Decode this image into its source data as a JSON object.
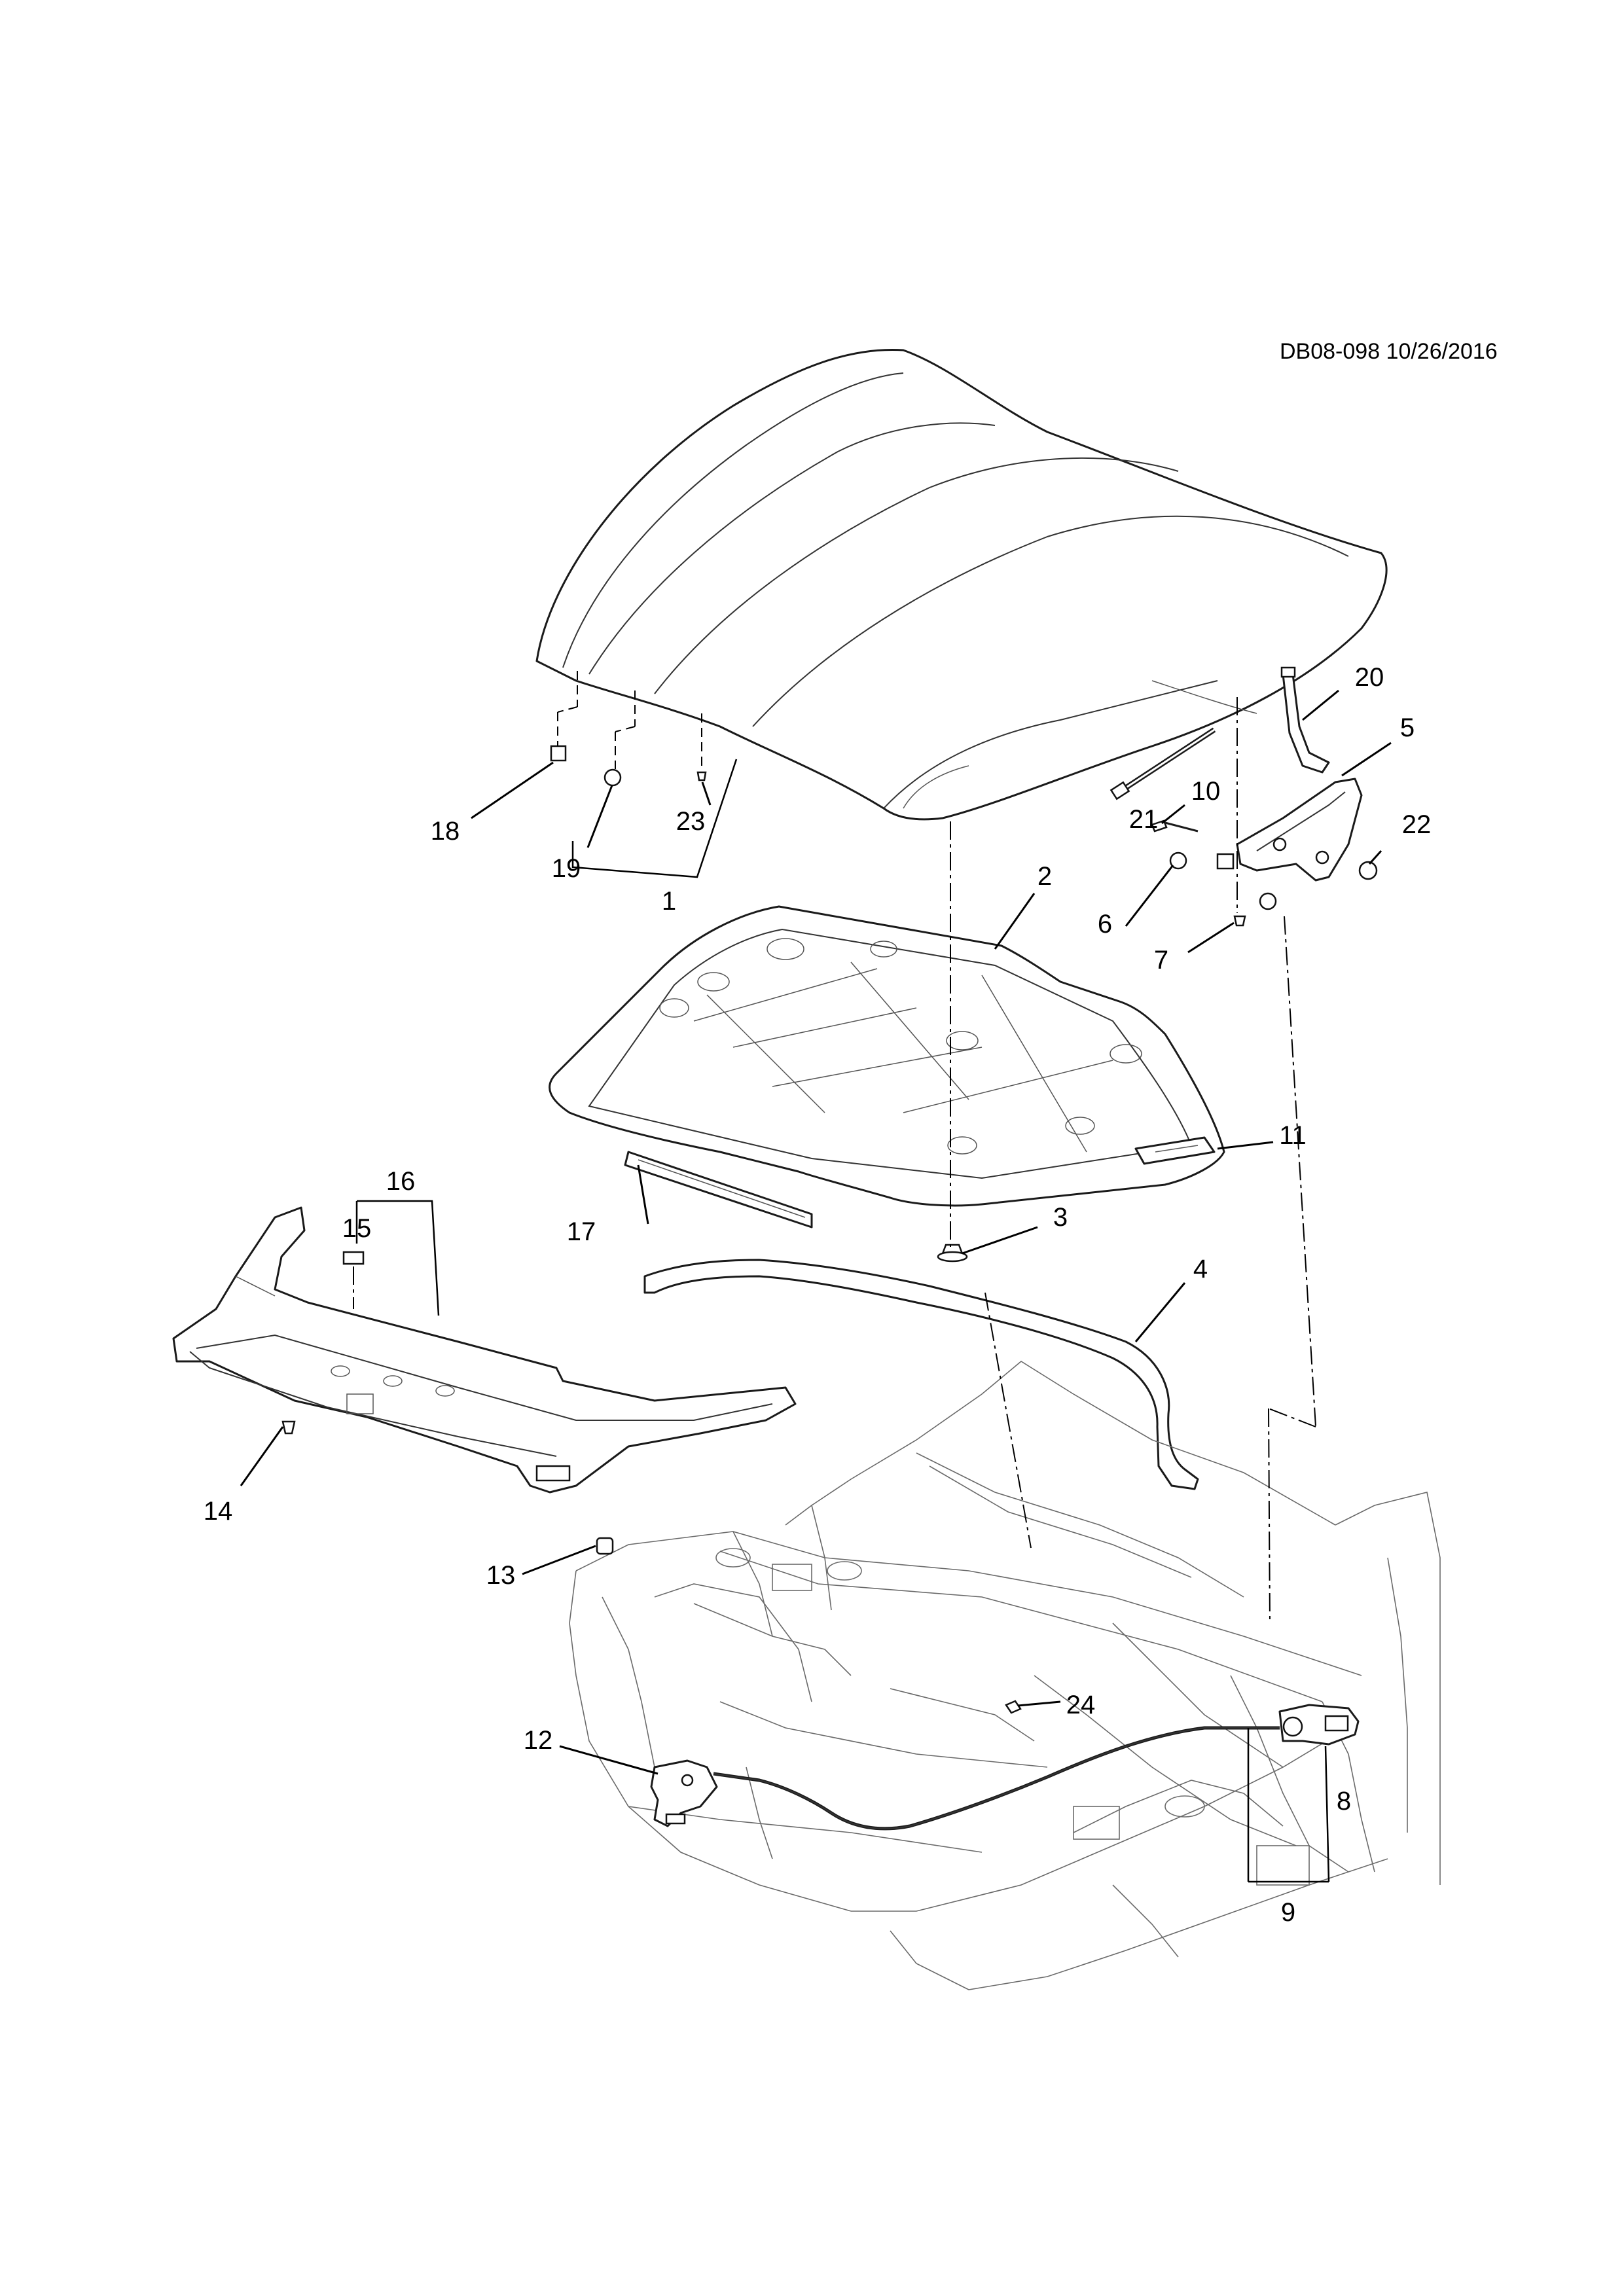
{
  "document_id": "DB08-098 10/26/2016",
  "callouts": [
    {
      "id": "1",
      "label": "1"
    },
    {
      "id": "2",
      "label": "2"
    },
    {
      "id": "3",
      "label": "3"
    },
    {
      "id": "4",
      "label": "4"
    },
    {
      "id": "5",
      "label": "5"
    },
    {
      "id": "6",
      "label": "6"
    },
    {
      "id": "7",
      "label": "7"
    },
    {
      "id": "8",
      "label": "8"
    },
    {
      "id": "9",
      "label": "9"
    },
    {
      "id": "10",
      "label": "10"
    },
    {
      "id": "11",
      "label": "11"
    },
    {
      "id": "12",
      "label": "12"
    },
    {
      "id": "13",
      "label": "13"
    },
    {
      "id": "14",
      "label": "14"
    },
    {
      "id": "15",
      "label": "15"
    },
    {
      "id": "16",
      "label": "16"
    },
    {
      "id": "17",
      "label": "17"
    },
    {
      "id": "18",
      "label": "18"
    },
    {
      "id": "19",
      "label": "19"
    },
    {
      "id": "20",
      "label": "20"
    },
    {
      "id": "21",
      "label": "21"
    },
    {
      "id": "22",
      "label": "22"
    },
    {
      "id": "23",
      "label": "23"
    },
    {
      "id": "24",
      "label": "24"
    }
  ]
}
